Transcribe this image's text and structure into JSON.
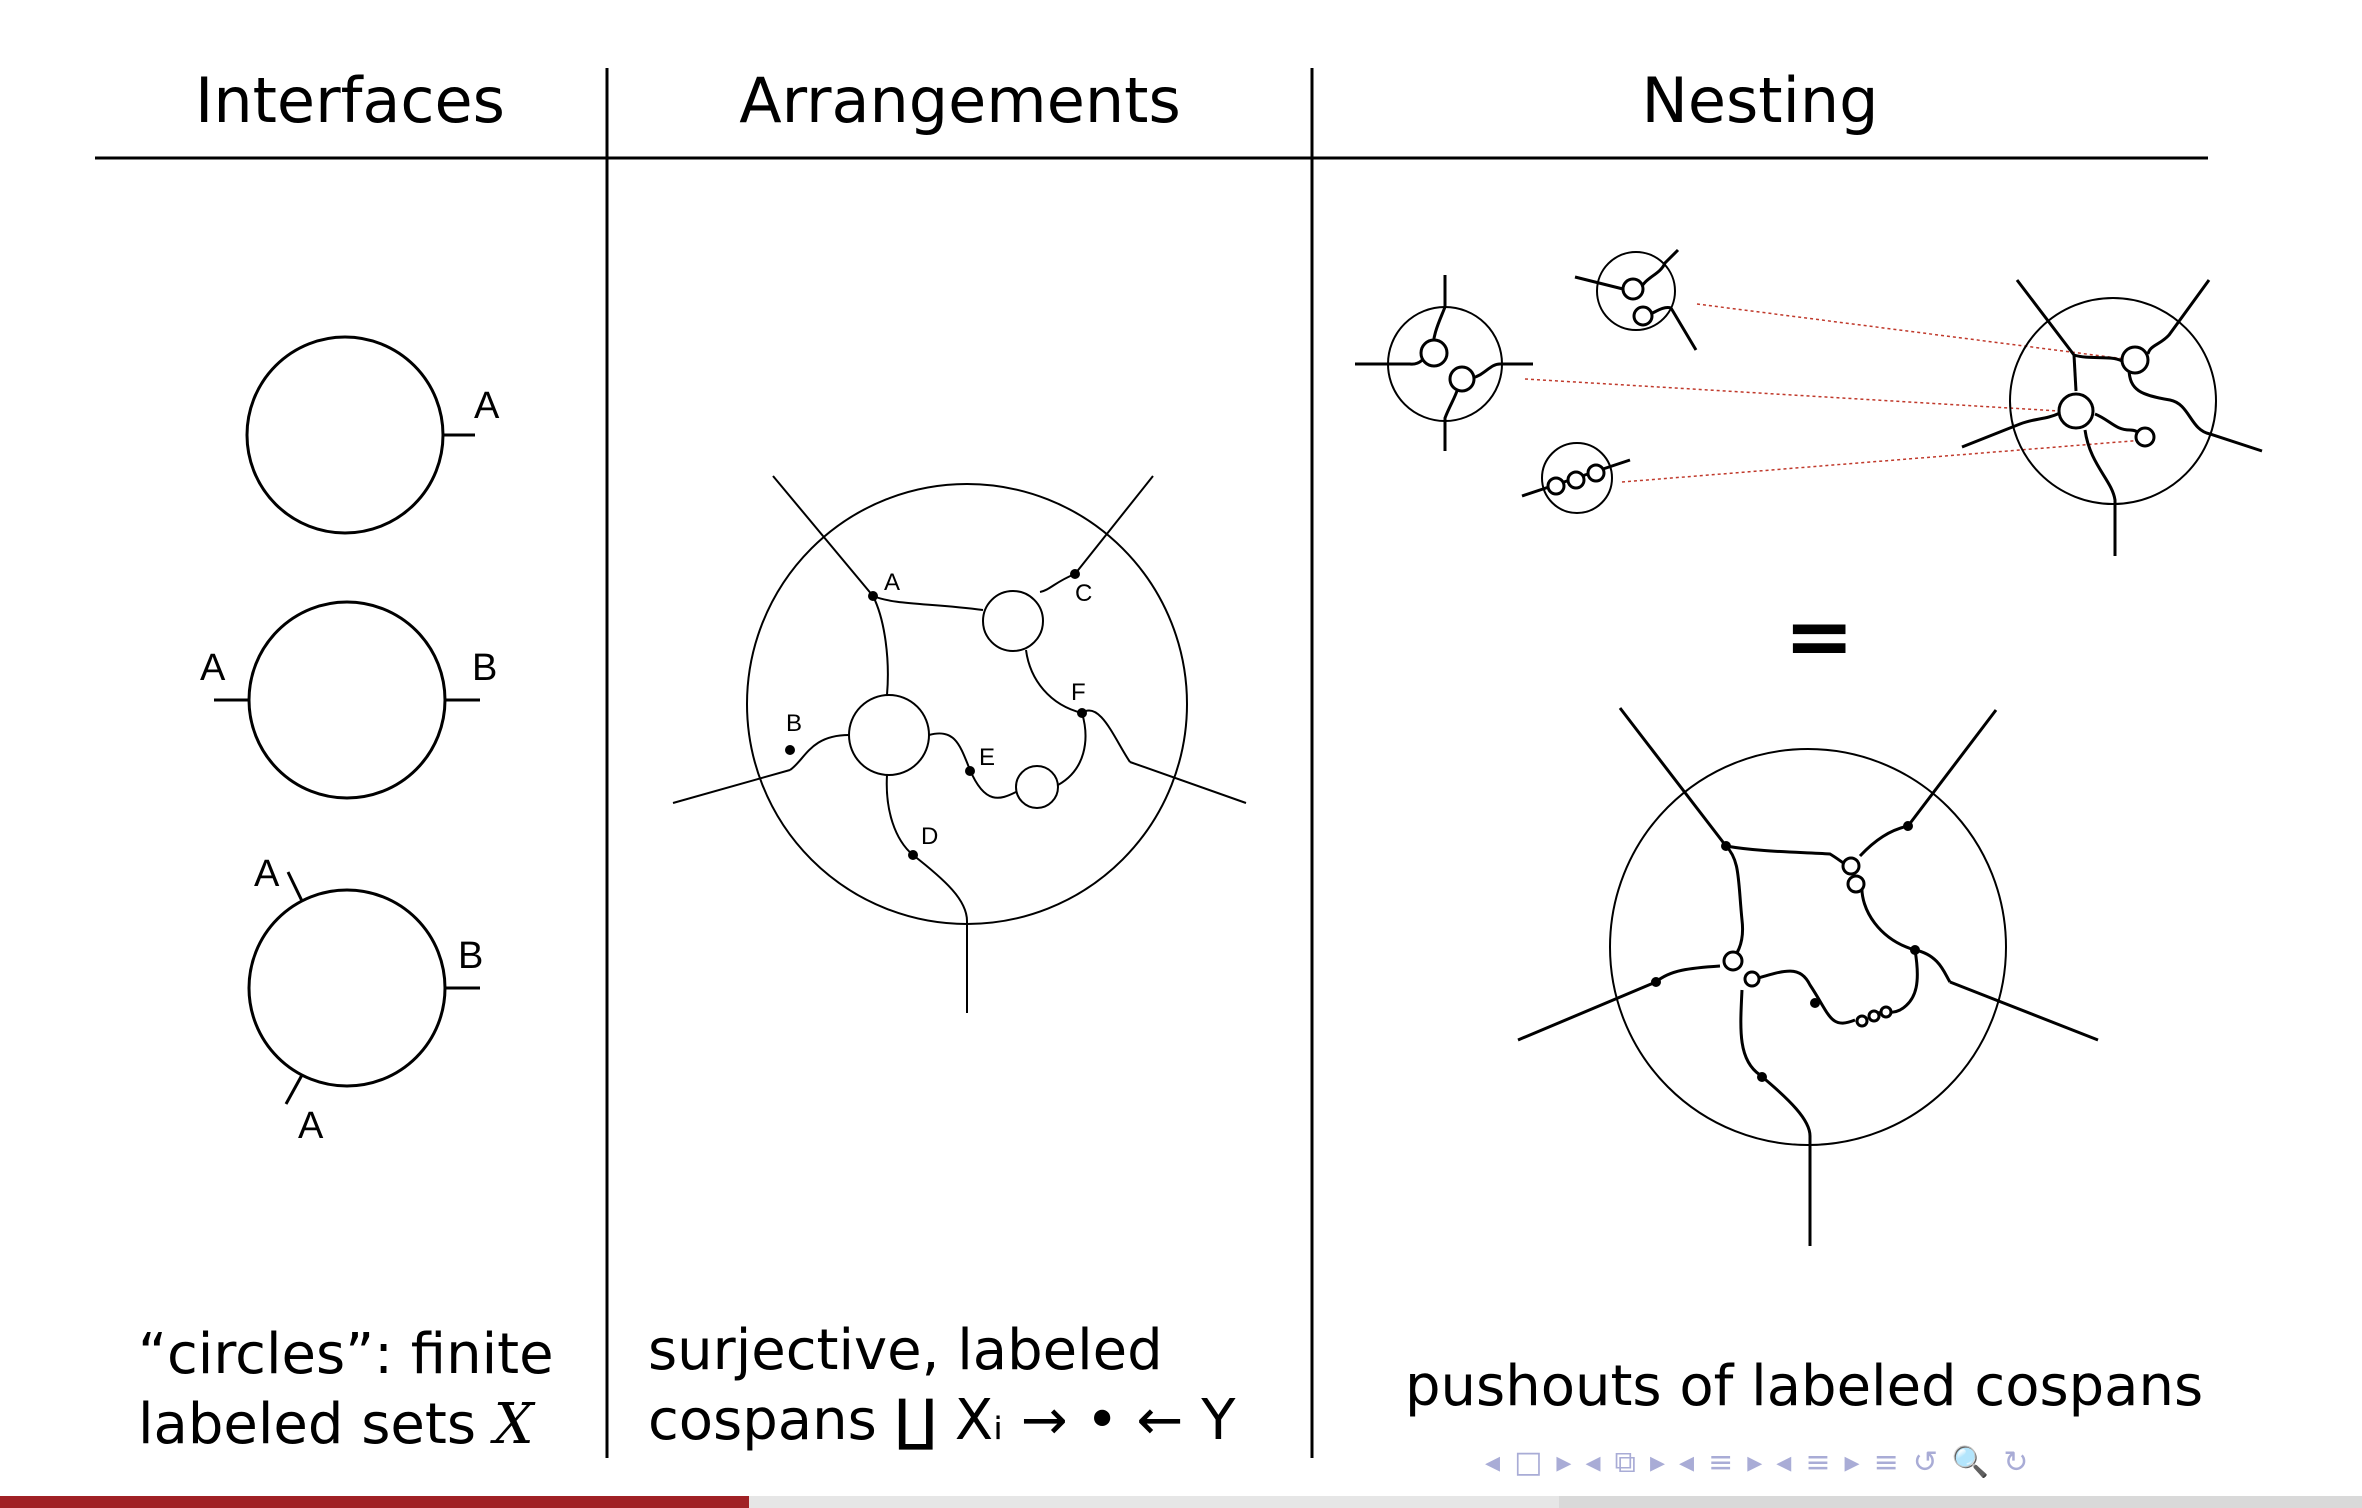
{
  "columns": {
    "interfaces": {
      "header": "Interfaces",
      "labels": {
        "c1_a": "A",
        "c2_a": "A",
        "c2_b": "B",
        "c3_a_top": "A",
        "c3_b": "B",
        "c3_a_bottom": "A"
      },
      "caption_line1": "“circles”: finite",
      "caption_line2_prefix": "labeled sets ",
      "caption_line2_var": "X"
    },
    "arrangements": {
      "header": "Arrangements",
      "labels": {
        "a": "A",
        "b": "B",
        "c": "C",
        "d": "D",
        "e": "E",
        "f": "F"
      },
      "caption_line1": "surjective, labeled",
      "caption_line2": "cospans ∐ Xᵢ → • ← Y"
    },
    "nesting": {
      "header": "Nesting",
      "equals": "=",
      "caption": "pushouts of labeled cospans"
    }
  },
  "navigation": {
    "icons": [
      "◂",
      "□",
      "▸",
      "◂",
      "⧉",
      "▸",
      "◂",
      "≡",
      "▸",
      "◂",
      "≡",
      "▸",
      "≡",
      "↺",
      "🔍",
      "↻"
    ]
  },
  "colors": {
    "progress_fill": "#a02125",
    "nav_icons": "#a9acd6",
    "dotted_lines": "#c0392b"
  },
  "progress": {
    "fraction": 0.317
  }
}
